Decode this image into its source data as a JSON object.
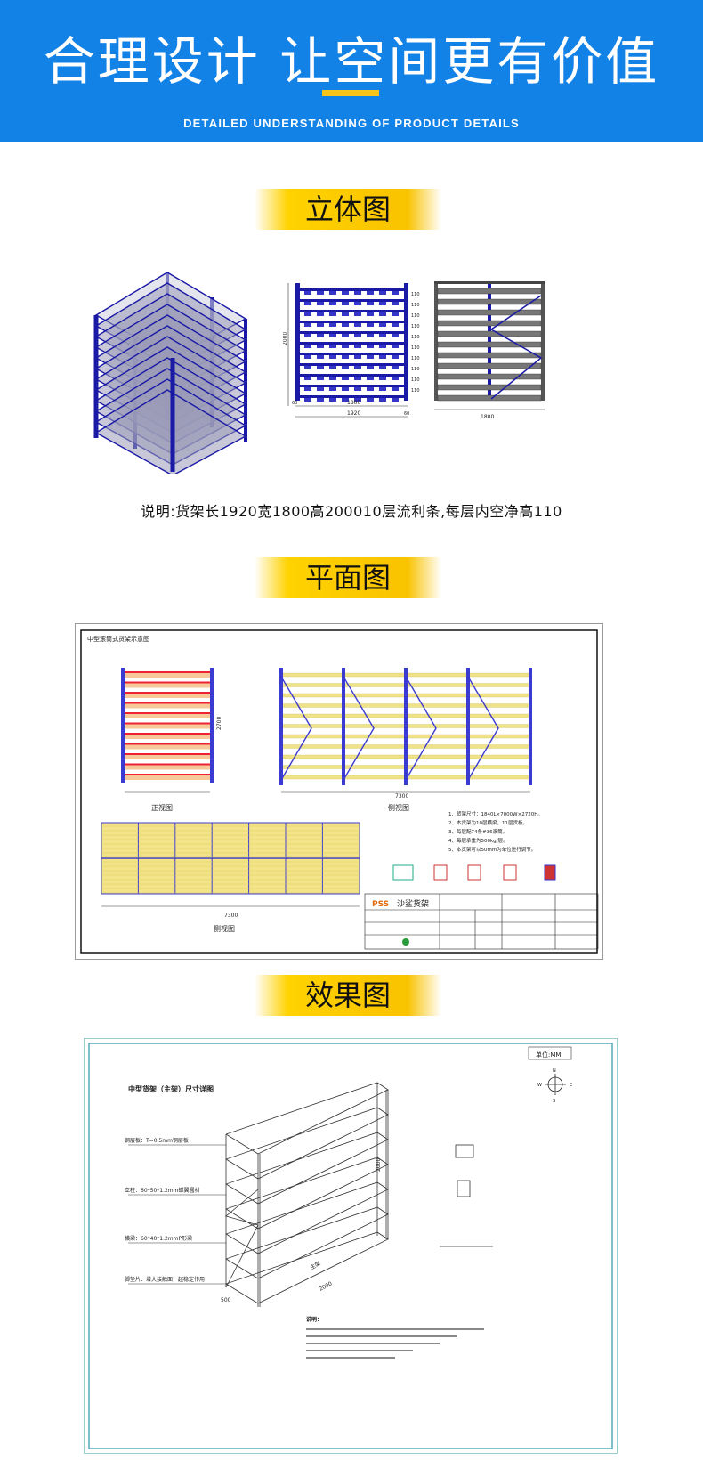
{
  "banner": {
    "title": "合理设计 让空间更有价值",
    "subtitle": "DETAILED UNDERSTANDING OF PRODUCT DETAILS"
  },
  "section1": {
    "label": "立体图",
    "front_height_dim": "2000",
    "front_inner_dim": "1800",
    "front_total_dim": "1920",
    "front_edge_dims": [
      "60",
      "60"
    ],
    "side_width_dim": "1800",
    "layer_dims": [
      "110",
      "110",
      "110",
      "110",
      "110",
      "110",
      "110",
      "110",
      "110",
      "110"
    ],
    "caption": "说明:货架长1920宽1800高200010层流利条,每层内空净高110"
  },
  "section2": {
    "label": "平面图",
    "drawing_title": "中型滚筒式货架示意图",
    "front_view_label": "正视图",
    "side_view_label": "侧视图",
    "top_view_label": "侧视图",
    "front_height": "2700",
    "side_length": "7300",
    "top_length": "7300",
    "notes": [
      "1、货架尺寸：1840L×7000W×2720H。",
      "2、本货架为10层横梁，11层货板。",
      "3、每层配74条#36滚筒。",
      "4、每层承重为500kg/层。",
      "5、本货架可以50mm为单位进行调节。"
    ],
    "brand": "沙鲨货架",
    "brand_logo": "PSS"
  },
  "section3": {
    "label": "效果图",
    "drawing_title": "中型货架（主架）尺寸详图",
    "unit_label": "单位:MM",
    "callouts": [
      "钢层板：T=0.5mm钢层板",
      "立柱：60*50*1.2mm蝶翼圆材",
      "横梁：60*40*1.2mmP形梁",
      "脚垫片：增大接触面，起稳定作用"
    ],
    "dim_height": "2000",
    "dim_length": "2000",
    "dim_depth": "500",
    "dim_bay": "主架",
    "compass": [
      "N",
      "S",
      "W",
      "E"
    ],
    "notes_title": "说明："
  }
}
